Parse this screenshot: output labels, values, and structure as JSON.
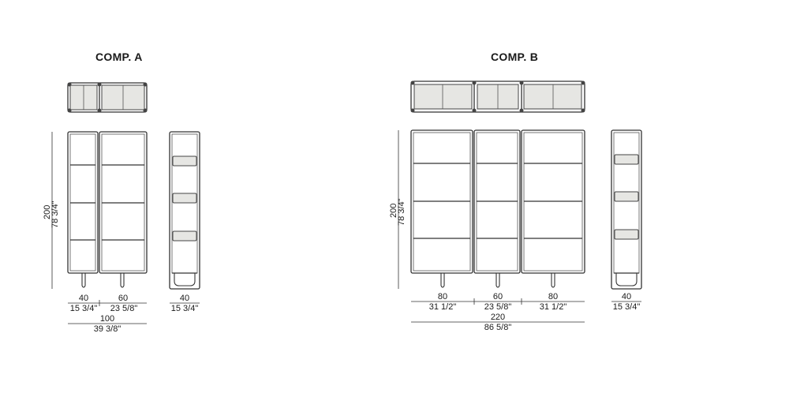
{
  "comp_a": {
    "title": "COMP. A",
    "height_cm": "200",
    "height_in": "78 3/4\"",
    "widths": [
      {
        "cm": "40",
        "in": "15 3/4\""
      },
      {
        "cm": "60",
        "in": "23 5/8\""
      }
    ],
    "total": {
      "cm": "100",
      "in": "39 3/8\""
    },
    "depth": {
      "cm": "40",
      "in": "15 3/4\""
    }
  },
  "comp_b": {
    "title": "COMP. B",
    "height_cm": "200",
    "height_in": "78 3/4\"",
    "widths": [
      {
        "cm": "80",
        "in": "31 1/2\""
      },
      {
        "cm": "60",
        "in": "23 5/8\""
      },
      {
        "cm": "80",
        "in": "31 1/2\""
      }
    ],
    "total": {
      "cm": "220",
      "in": "86 5/8\""
    },
    "depth": {
      "cm": "40",
      "in": "15 3/4\""
    }
  }
}
